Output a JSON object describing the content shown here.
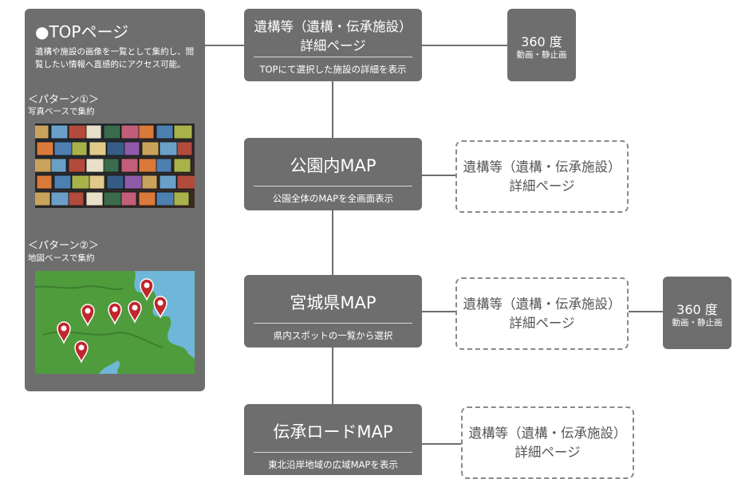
{
  "top_panel": {
    "title": "●TOPページ",
    "desc_line1": "遺構や施設の画像を一覧として集約し、閲",
    "desc_line2": "覧したい情報へ直感的にアクセス可能。",
    "pattern1_title": "＜パターン①＞",
    "pattern1_desc": "写真ベースで集約",
    "pattern2_title": "＜パターン②＞",
    "pattern2_desc": "地図ベースで集約"
  },
  "detail_top": {
    "title_line1": "遺構等（遺構・伝承施設）",
    "title_line2": "詳細ページ",
    "subtitle": "TOPにて選択した施設の詳細を表示"
  },
  "view360_top": {
    "line1": "360 度",
    "line2": "動画・静止画"
  },
  "park_map": {
    "title": "公園内MAP",
    "subtitle": "公園全体のMAPを全画面表示"
  },
  "park_detail": {
    "line1": "遺構等（遺構・伝承施設）",
    "line2": "詳細ページ"
  },
  "miyagi_map": {
    "title": "宮城県MAP",
    "subtitle": "県内スポットの一覧から選択"
  },
  "miyagi_detail": {
    "line1": "遺構等（遺構・伝承施設）",
    "line2": "詳細ページ"
  },
  "view360_miyagi": {
    "line1": "360 度",
    "line2": "動画・静止画"
  },
  "road_map": {
    "title": "伝承ロードMAP",
    "subtitle": "東北沿岸地域の広域MAPを表示"
  },
  "road_detail": {
    "line1": "遺構等（遺構・伝承施設）",
    "line2": "詳細ページ"
  },
  "colors": {
    "box": "#6f6e6e",
    "dashed": "#8a8a8a",
    "map_sea": "#6fb7d8",
    "map_land": "#4e9a3c",
    "pin": "#c0272d"
  }
}
